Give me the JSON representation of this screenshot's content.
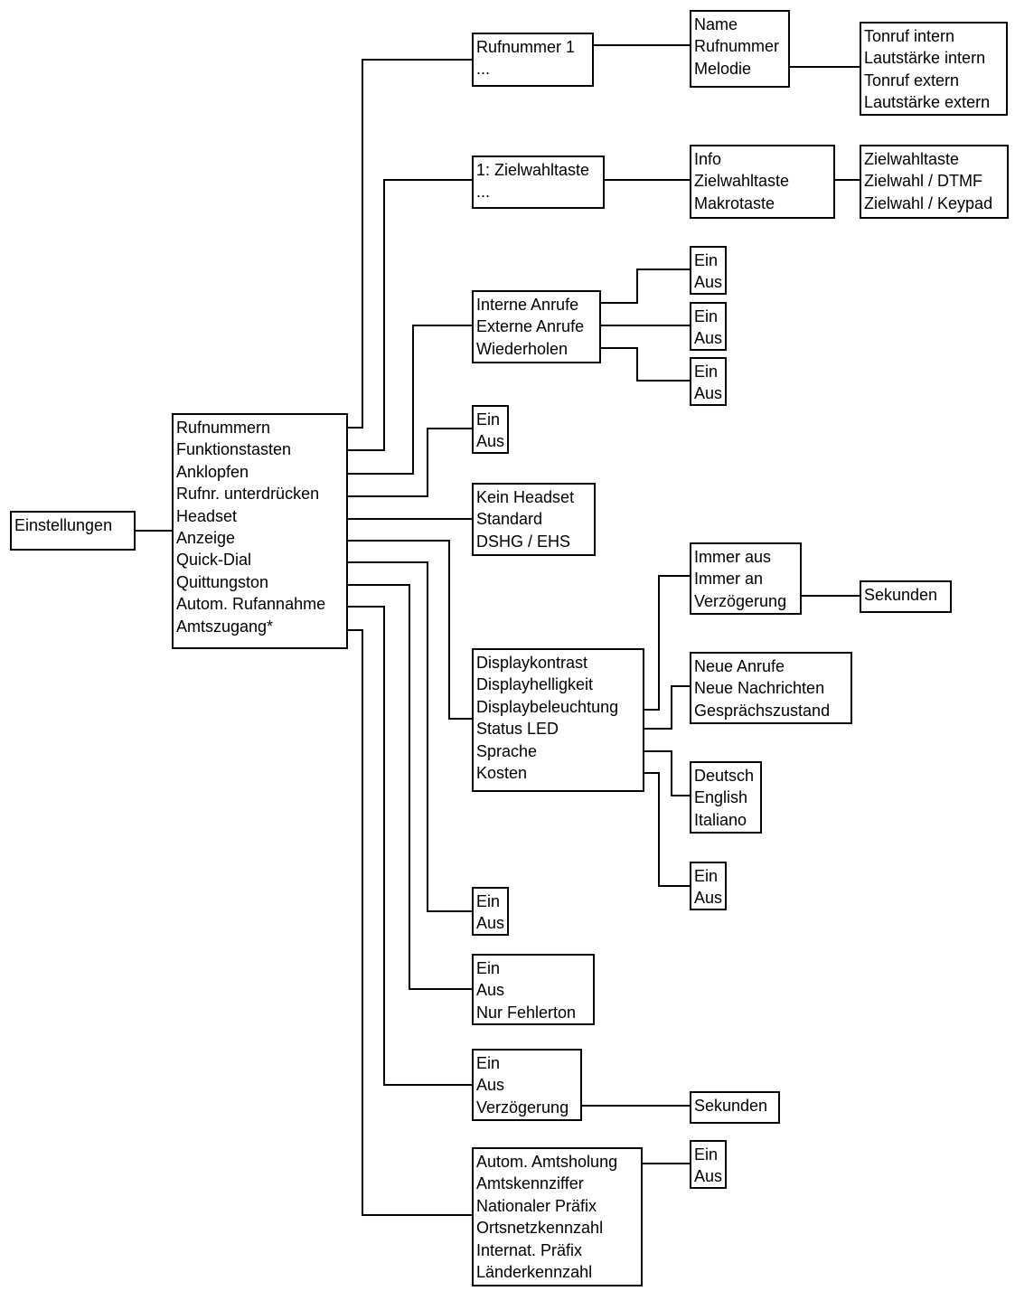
{
  "colors": {
    "stroke": "#000000",
    "text": "#000000",
    "background": "#ffffff"
  },
  "nodes": [
    {
      "id": "einstellungen",
      "lines": [
        "Einstellungen"
      ]
    },
    {
      "id": "main-menu",
      "lines": [
        "Rufnummern",
        "Funktionstasten",
        "Anklopfen",
        "Rufnr. unterdrücken",
        "Headset",
        "Anzeige",
        "Quick-Dial",
        "Quittungston",
        "Autom. Rufannahme",
        "Amtszugang*"
      ]
    },
    {
      "id": "rufnummer-list",
      "lines": [
        "Rufnummer 1",
        "..."
      ]
    },
    {
      "id": "rufnummer-detail",
      "lines": [
        "Name",
        "Rufnummer",
        "Melodie"
      ]
    },
    {
      "id": "melodie-options",
      "lines": [
        "Tonruf intern",
        "Lautstärke intern",
        "Tonruf extern",
        "Lautstärke extern"
      ]
    },
    {
      "id": "zielwahl-list",
      "lines": [
        "1: Zielwahltaste",
        "..."
      ]
    },
    {
      "id": "taste-type",
      "lines": [
        "Info",
        "Zielwahltaste",
        "Makrotaste"
      ]
    },
    {
      "id": "zielwahl-options",
      "lines": [
        "Zielwahltaste",
        "Zielwahl / DTMF",
        "Zielwahl / Keypad"
      ]
    },
    {
      "id": "anklopfen-options",
      "lines": [
        "Interne Anrufe",
        "Externe Anrufe",
        "Wiederholen"
      ]
    },
    {
      "id": "interne-ein-aus",
      "lines": [
        "Ein",
        "Aus"
      ]
    },
    {
      "id": "externe-ein-aus",
      "lines": [
        "Ein",
        "Aus"
      ]
    },
    {
      "id": "wiederholen-ein-aus",
      "lines": [
        "Ein",
        "Aus"
      ]
    },
    {
      "id": "unterdruecken-ein-aus",
      "lines": [
        "Ein",
        "Aus"
      ]
    },
    {
      "id": "headset-options",
      "lines": [
        "Kein Headset",
        "Standard",
        "DSHG / EHS"
      ]
    },
    {
      "id": "beleuchtung-options",
      "lines": [
        "Immer aus",
        "Immer an",
        "Verzögerung"
      ]
    },
    {
      "id": "beleuchtung-sekunden",
      "lines": [
        "Sekunden"
      ]
    },
    {
      "id": "anzeige-options",
      "lines": [
        "Displaykontrast",
        "Displayhelligkeit",
        "Displaybeleuchtung",
        "Status LED",
        "Sprache",
        "Kosten"
      ]
    },
    {
      "id": "led-options",
      "lines": [
        "Neue Anrufe",
        "Neue Nachrichten",
        "Gesprächszustand"
      ]
    },
    {
      "id": "sprache-options",
      "lines": [
        "Deutsch",
        "English",
        "Italiano"
      ]
    },
    {
      "id": "kosten-ein-aus",
      "lines": [
        "Ein",
        "Aus"
      ]
    },
    {
      "id": "quickdial-ein-aus",
      "lines": [
        "Ein",
        "Aus"
      ]
    },
    {
      "id": "quittungston-options",
      "lines": [
        "Ein",
        "Aus",
        "Nur Fehlerton"
      ]
    },
    {
      "id": "rufannahme-options",
      "lines": [
        "Ein",
        "Aus",
        "Verzögerung"
      ]
    },
    {
      "id": "rufannahme-sekunden",
      "lines": [
        "Sekunden"
      ]
    },
    {
      "id": "amtszugang-options",
      "lines": [
        "Autom. Amtsholung",
        "Amtskennziffer",
        "Nationaler Präfix",
        "Ortsnetzkennzahl",
        "Internat. Präfix",
        "Länderkennzahl"
      ]
    },
    {
      "id": "amtsholung-ein-aus",
      "lines": [
        "Ein",
        "Aus"
      ]
    }
  ]
}
